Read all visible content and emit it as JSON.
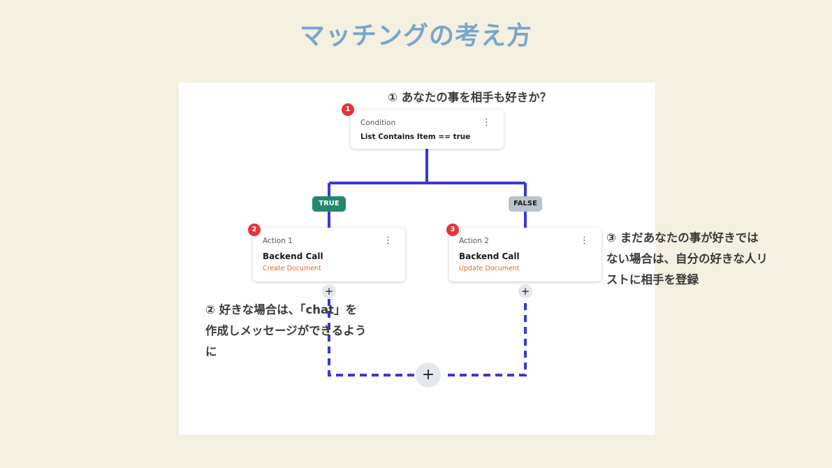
{
  "title": "マッチングの考え方",
  "annotations": {
    "first": "① あなたの事を相手も好きか？",
    "second": [
      "② 好きな場合は、「chat」を",
      "作成しメッセージができるよう",
      "に"
    ],
    "third": [
      "③ まだあなたの事が好きでは",
      "ない場合は、自分の好きな人リ",
      "ストに相手を登録"
    ]
  },
  "condition_node": {
    "badge": "1",
    "label": "Condition",
    "expression": "List Contains Item == true"
  },
  "branches": {
    "true_label": "TRUE",
    "false_label": "FALSE"
  },
  "action1": {
    "badge": "2",
    "label": "Action 1",
    "title": "Backend Call",
    "subtitle": "Create Document"
  },
  "action2": {
    "badge": "3",
    "label": "Action 2",
    "title": "Backend Call",
    "subtitle": "Update Document"
  },
  "add_symbol": "+",
  "menu_symbol": "⋮",
  "colors": {
    "background": "#f4f0df",
    "title": "#7aa5cc",
    "wire": "#3b37d6",
    "true_badge": "#24876e",
    "false_badge": "#b9c3cc",
    "badge_red": "#e8323c",
    "subtitle_orange": "#e9622d"
  }
}
